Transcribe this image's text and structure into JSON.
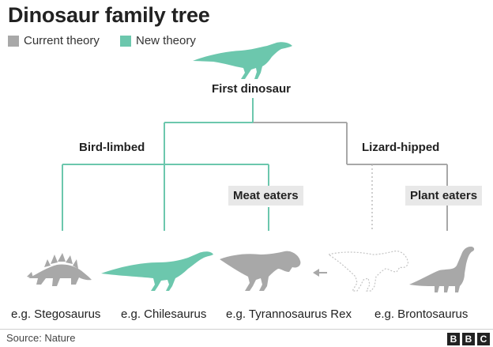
{
  "title": "Dinosaur family tree",
  "legend": [
    {
      "label": "Current theory",
      "color": "#a8a8a8"
    },
    {
      "label": "New theory",
      "color": "#6cc7ad"
    }
  ],
  "colors": {
    "current": "#a8a8a8",
    "new": "#6cc7ad",
    "dashed": "#cfcfcf"
  },
  "nodes": {
    "root": "First dinosaur",
    "bird_limbed": "Bird-limbed",
    "lizard_hipped": "Lizard-hipped",
    "meat_eaters": "Meat eaters",
    "plant_eaters": "Plant eaters"
  },
  "examples": [
    {
      "label": "e.g. Stegosaurus",
      "icon": "stegosaurus-icon"
    },
    {
      "label": "e.g. Chilesaurus",
      "icon": "chilesaurus-icon"
    },
    {
      "label": "e.g. Tyrannosaurus Rex",
      "icon": "tyrannosaurus-icon"
    },
    {
      "label": "e.g. Brontosaurus",
      "icon": "brontosaurus-icon"
    }
  ],
  "footer": {
    "source": "Source: Nature",
    "brand": [
      "B",
      "B",
      "C"
    ]
  }
}
